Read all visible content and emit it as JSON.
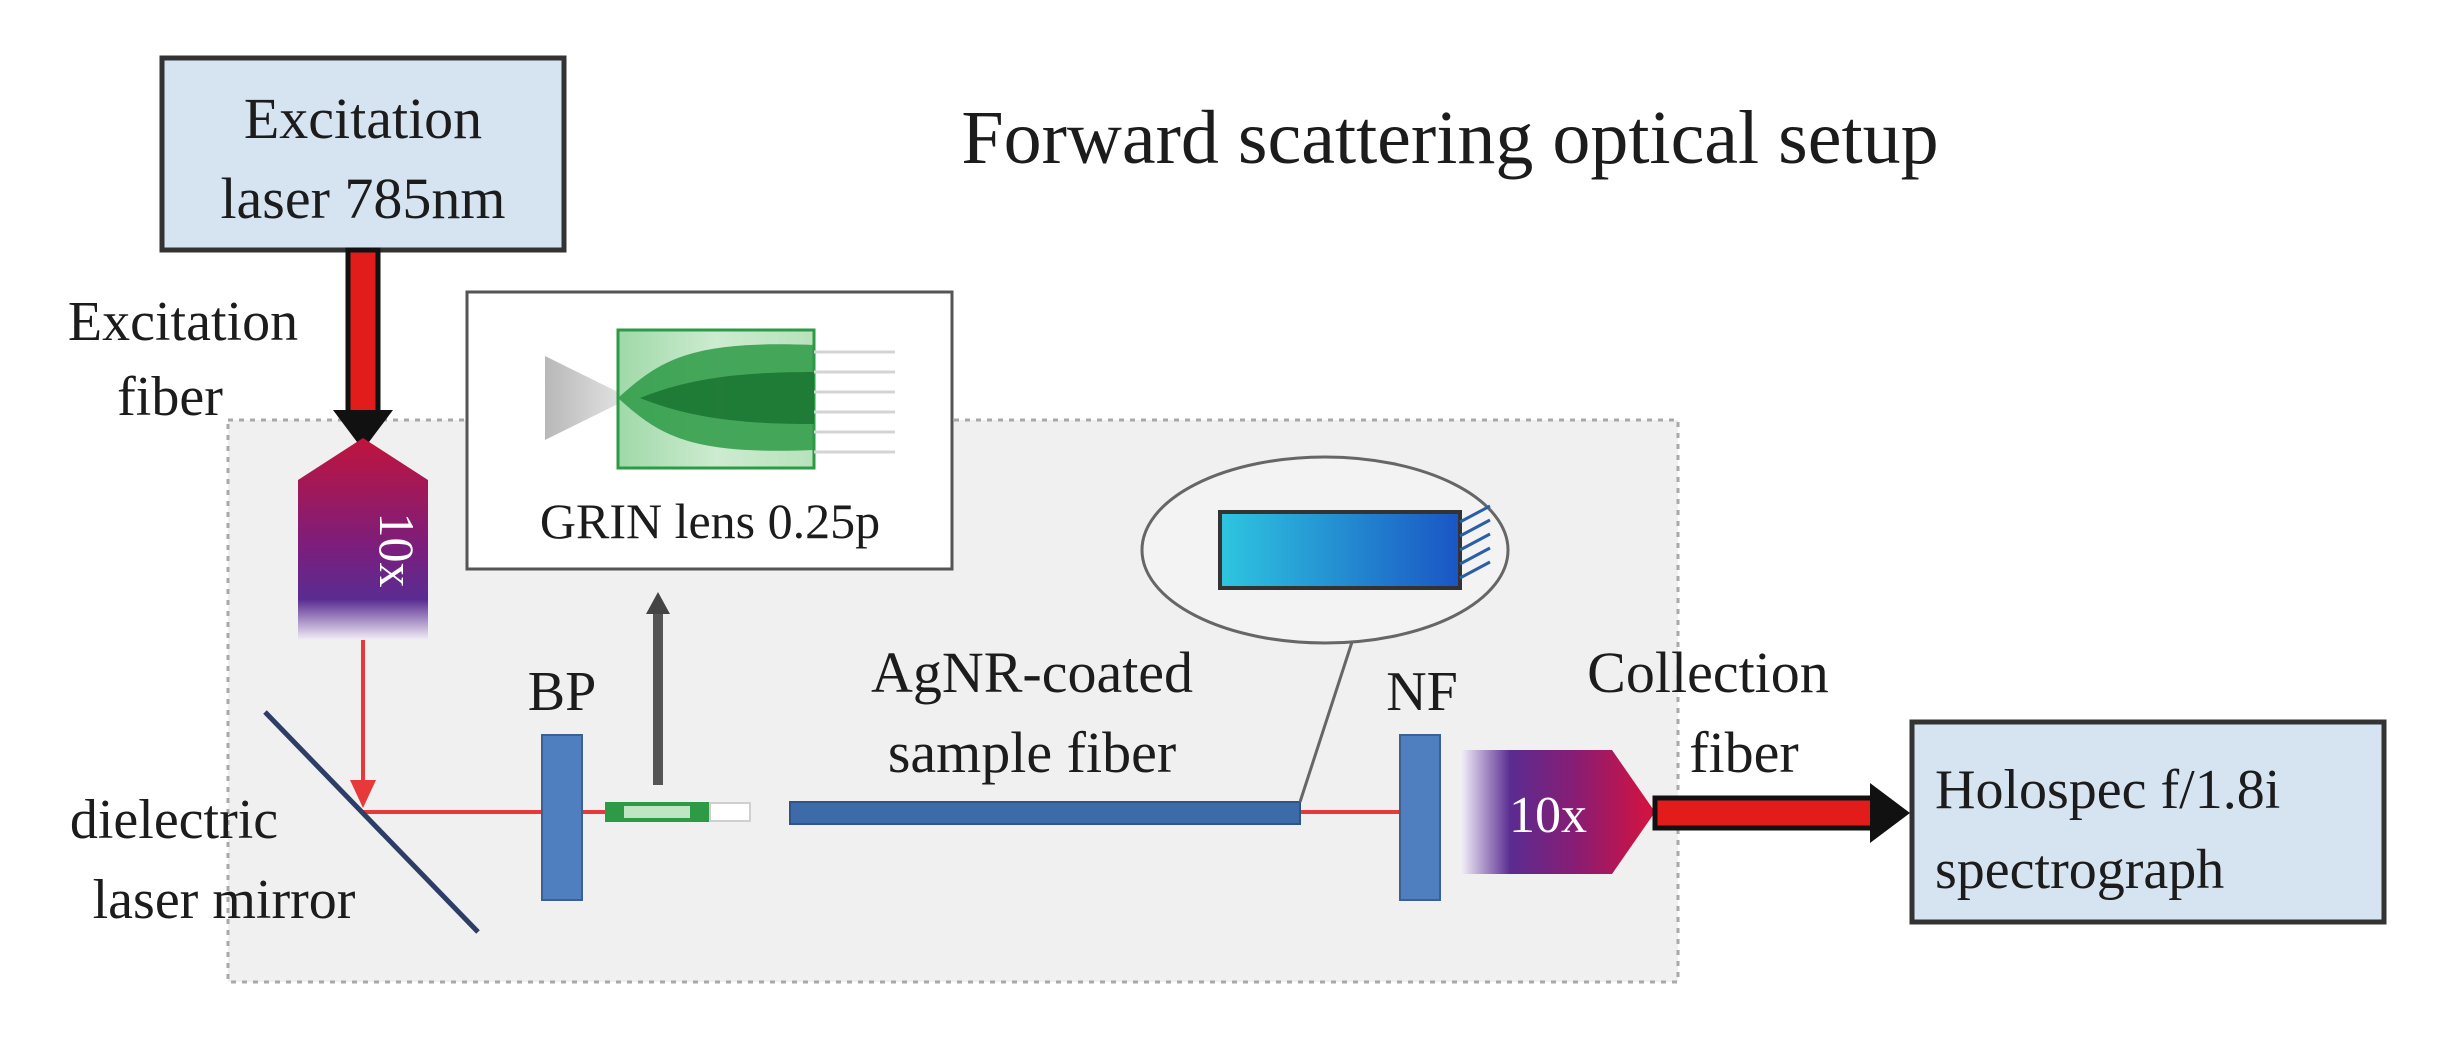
{
  "title": "Forward scattering optical setup",
  "components": {
    "excitation_laser": [
      "Excitation",
      "laser 785nm"
    ],
    "excitation_fiber": [
      "Excitation",
      "fiber"
    ],
    "objective_in": "10x",
    "objective_out": "10x",
    "grin_lens": "GRIN lens 0.25p",
    "bandpass_filter": "BP",
    "sample_fiber": [
      "AgNR-coated",
      "sample fiber"
    ],
    "notch_filter": "NF",
    "collection_fiber": [
      "Collection",
      "fiber"
    ],
    "mirror": [
      "dielectric",
      "laser mirror"
    ],
    "spectrograph": [
      "Holospec f/1.8i",
      "spectrograph"
    ]
  },
  "colors": {
    "laser_beam": "#e8393a",
    "fiber_red": "#e21b1b",
    "box_fill": "#d6e3f1",
    "filter_blue": "#4f7fbf",
    "sample_fiber": "#3d6aa8",
    "grin_green": "#2d9a45"
  }
}
